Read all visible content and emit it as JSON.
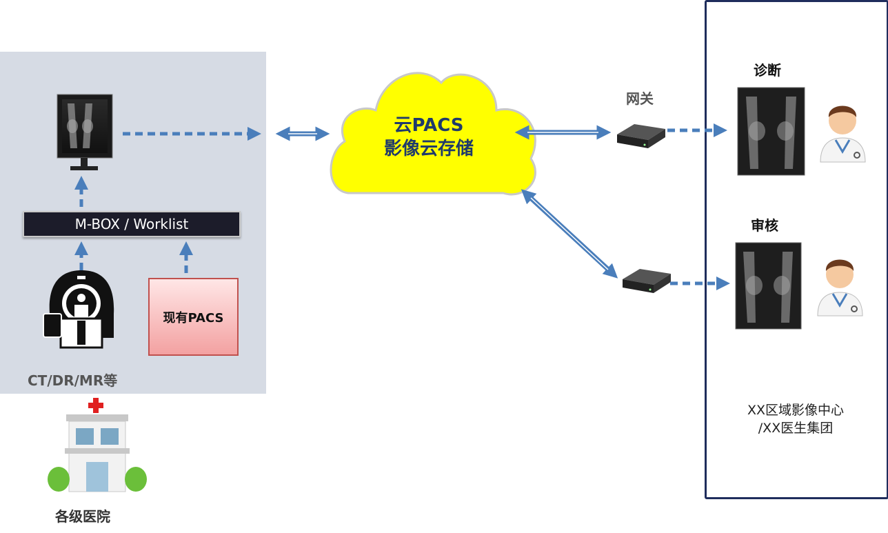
{
  "cloud": {
    "line1": "云PACS",
    "line2": "影像云存储"
  },
  "mbox": {
    "label": "M-BOX / Worklist"
  },
  "existing_pacs": {
    "label": "现有PACS"
  },
  "modality": {
    "label": "CT/DR/MR等"
  },
  "hospital": {
    "label": "各级医院"
  },
  "gateway": {
    "label": "网关"
  },
  "center": {
    "diagnosis_label": "诊断",
    "review_label": "审核",
    "name_line1": "XX区域影像中心",
    "name_line2": "/XX医生集团"
  },
  "colors": {
    "arrow": "#4a7ebb",
    "cloud": "#ffff00",
    "cloud_stroke": "#c8c8c8",
    "panel_bg": "#d6dbe4",
    "center_border": "#1f2d5c",
    "pacs_border": "#c0504d"
  }
}
